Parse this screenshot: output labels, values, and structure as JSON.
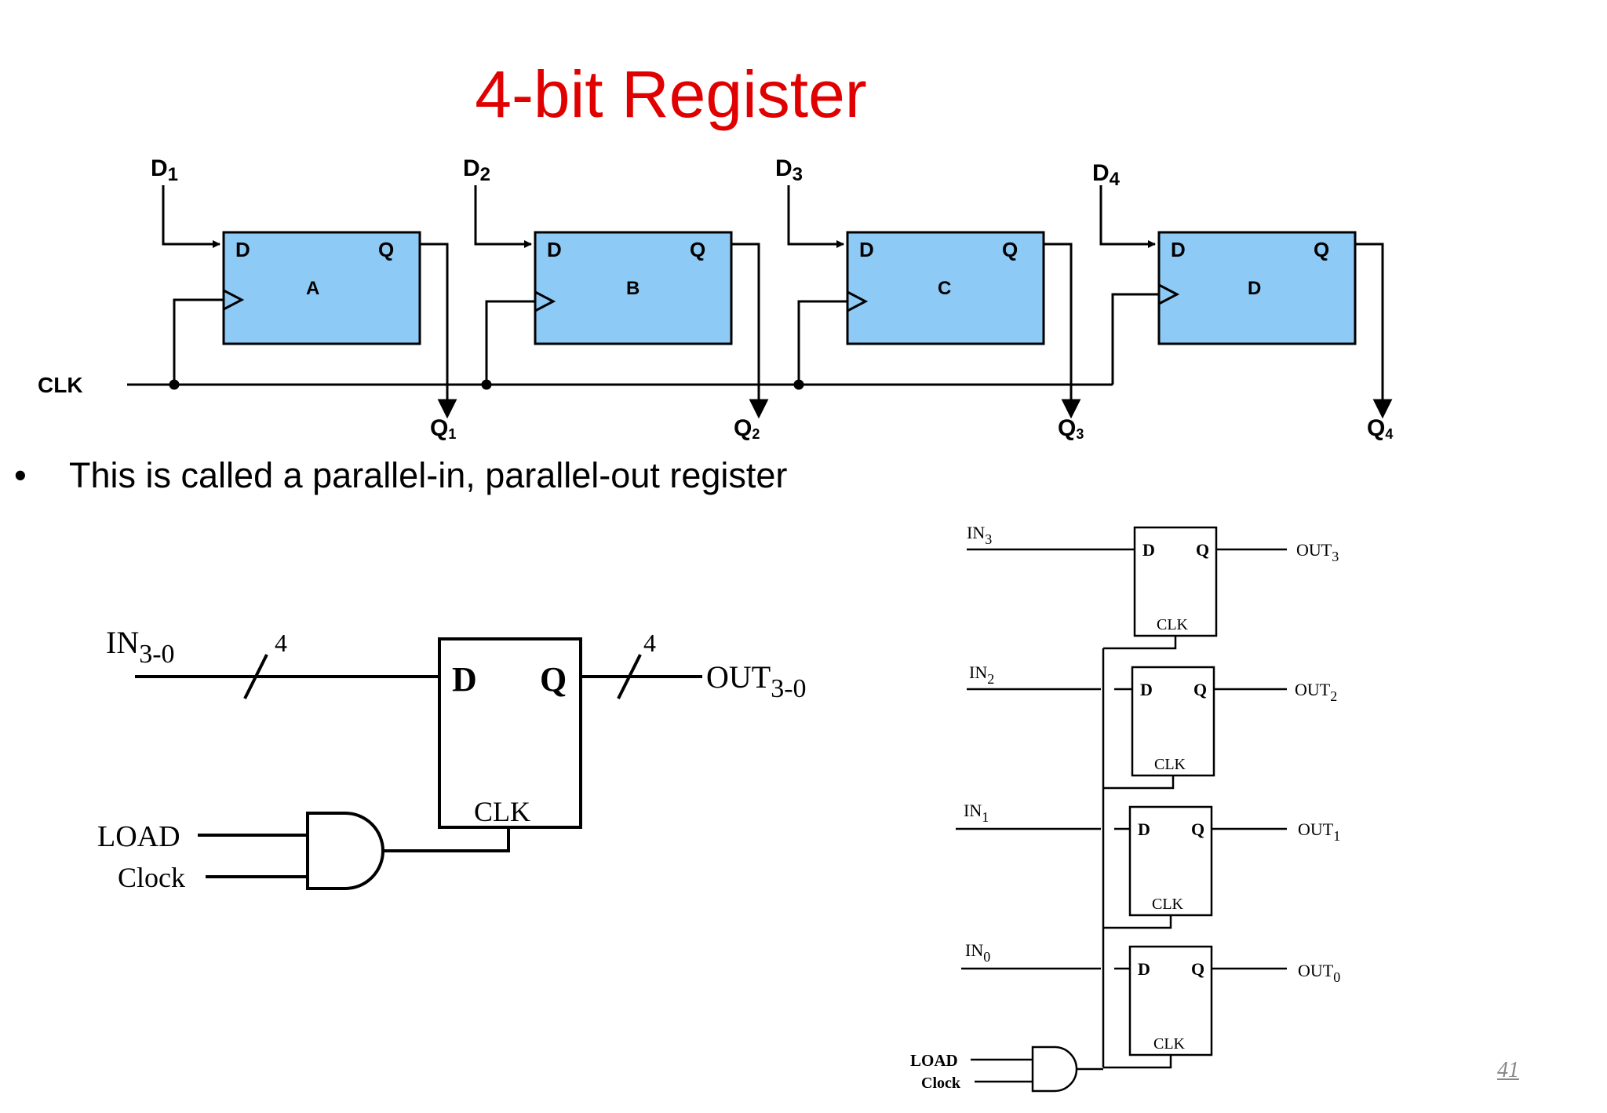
{
  "slide": {
    "title": "4-bit Register",
    "bullet": "This is called a parallel-in, parallel-out register",
    "page_number": "41"
  },
  "top_diagram": {
    "clock_label": "CLK",
    "port_d_label": "D",
    "port_q_label": "Q",
    "colors": {
      "flipflop_fill": "#8ecaf6",
      "wire": "#000000"
    },
    "flipflops": [
      {
        "name": "A",
        "input": "D",
        "input_sub": "1",
        "output": "Q",
        "output_sub": "1"
      },
      {
        "name": "B",
        "input": "D",
        "input_sub": "2",
        "output": "Q",
        "output_sub": "2"
      },
      {
        "name": "C",
        "input": "D",
        "input_sub": "3",
        "output": "Q",
        "output_sub": "3"
      },
      {
        "name": "D",
        "input": "D",
        "input_sub": "4",
        "output": "Q",
        "output_sub": "4"
      }
    ]
  },
  "block_diagram": {
    "input_label": "IN",
    "input_sub": "3-0",
    "output_label": "OUT",
    "output_sub": "3-0",
    "bus_width": "4",
    "d_label": "D",
    "q_label": "Q",
    "clk_label": "CLK",
    "load_label": "LOAD",
    "clock_label": "Clock"
  },
  "detail_diagram": {
    "d_label": "D",
    "q_label": "Q",
    "clk_label": "CLK",
    "load_label": "LOAD",
    "clock_label": "Clock",
    "bits": [
      {
        "in": "IN",
        "in_sub": "3",
        "out": "OUT",
        "out_sub": "3"
      },
      {
        "in": "IN",
        "in_sub": "2",
        "out": "OUT",
        "out_sub": "2"
      },
      {
        "in": "IN",
        "in_sub": "1",
        "out": "OUT",
        "out_sub": "1"
      },
      {
        "in": "IN",
        "in_sub": "0",
        "out": "OUT",
        "out_sub": "0"
      }
    ]
  }
}
